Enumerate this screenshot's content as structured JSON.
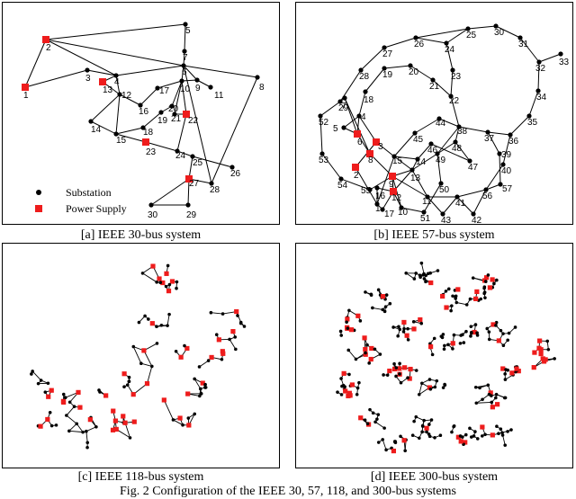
{
  "colors": {
    "edge": "#000000",
    "substation": "#000000",
    "power_supply": "#ee1c1c"
  },
  "legend": {
    "substation": "Substation",
    "power_supply": "Power Supply"
  },
  "captions": {
    "a": "[a] IEEE 30-bus system",
    "b": "[b] IEEE 57-bus system",
    "c": "[c] IEEE 118-bus system",
    "d": "[d] IEEE 300-bus system",
    "figure": "Fig. 2 Configuration of the IEEE 30, 57, 118, and 300-bus systems"
  },
  "systems": {
    "ieee30": {
      "nodes": [
        {
          "id": "1",
          "ps": true
        },
        {
          "id": "2",
          "ps": true
        },
        {
          "id": "3"
        },
        {
          "id": "4"
        },
        {
          "id": "5"
        },
        {
          "id": "6"
        },
        {
          "id": "7"
        },
        {
          "id": "8"
        },
        {
          "id": "9"
        },
        {
          "id": "10"
        },
        {
          "id": "11"
        },
        {
          "id": "12"
        },
        {
          "id": "13",
          "ps": true
        },
        {
          "id": "14"
        },
        {
          "id": "15"
        },
        {
          "id": "16"
        },
        {
          "id": "17"
        },
        {
          "id": "18"
        },
        {
          "id": "19"
        },
        {
          "id": "20"
        },
        {
          "id": "21"
        },
        {
          "id": "22",
          "ps": true
        },
        {
          "id": "23",
          "ps": true
        },
        {
          "id": "24"
        },
        {
          "id": "25"
        },
        {
          "id": "26"
        },
        {
          "id": "27",
          "ps": true
        },
        {
          "id": "28"
        },
        {
          "id": "29"
        },
        {
          "id": "30"
        }
      ],
      "edges": [
        [
          "1",
          "2"
        ],
        [
          "1",
          "3"
        ],
        [
          "2",
          "4"
        ],
        [
          "2",
          "5"
        ],
        [
          "2",
          "6"
        ],
        [
          "3",
          "4"
        ],
        [
          "4",
          "6"
        ],
        [
          "4",
          "12"
        ],
        [
          "5",
          "7"
        ],
        [
          "6",
          "7"
        ],
        [
          "6",
          "8"
        ],
        [
          "6",
          "9"
        ],
        [
          "6",
          "10"
        ],
        [
          "6",
          "28"
        ],
        [
          "8",
          "28"
        ],
        [
          "9",
          "11"
        ],
        [
          "9",
          "10"
        ],
        [
          "4",
          "13"
        ],
        [
          "12",
          "13"
        ],
        [
          "12",
          "14"
        ],
        [
          "12",
          "15"
        ],
        [
          "12",
          "16"
        ],
        [
          "14",
          "15"
        ],
        [
          "16",
          "17"
        ],
        [
          "15",
          "18"
        ],
        [
          "18",
          "19"
        ],
        [
          "19",
          "20"
        ],
        [
          "10",
          "20"
        ],
        [
          "10",
          "17"
        ],
        [
          "10",
          "21"
        ],
        [
          "10",
          "22"
        ],
        [
          "21",
          "22"
        ],
        [
          "15",
          "23"
        ],
        [
          "22",
          "24"
        ],
        [
          "23",
          "24"
        ],
        [
          "24",
          "25"
        ],
        [
          "25",
          "26"
        ],
        [
          "25",
          "27"
        ],
        [
          "28",
          "27"
        ],
        [
          "27",
          "29"
        ],
        [
          "27",
          "30"
        ],
        [
          "29",
          "30"
        ]
      ]
    },
    "ieee57": {
      "nodes": [
        {
          "id": "1"
        },
        {
          "id": "2",
          "ps": true
        },
        {
          "id": "3",
          "ps": true
        },
        {
          "id": "4"
        },
        {
          "id": "5"
        },
        {
          "id": "6",
          "ps": true
        },
        {
          "id": "7"
        },
        {
          "id": "8",
          "ps": true
        },
        {
          "id": "9",
          "ps": true
        },
        {
          "id": "10"
        },
        {
          "id": "11"
        },
        {
          "id": "12",
          "ps": true
        },
        {
          "id": "13"
        },
        {
          "id": "14"
        },
        {
          "id": "15"
        },
        {
          "id": "16"
        },
        {
          "id": "17"
        },
        {
          "id": "18"
        },
        {
          "id": "19"
        },
        {
          "id": "20"
        },
        {
          "id": "21"
        },
        {
          "id": "22"
        },
        {
          "id": "23"
        },
        {
          "id": "24"
        },
        {
          "id": "25"
        },
        {
          "id": "26"
        },
        {
          "id": "27"
        },
        {
          "id": "28"
        },
        {
          "id": "29"
        },
        {
          "id": "30"
        },
        {
          "id": "31"
        },
        {
          "id": "32"
        },
        {
          "id": "33"
        },
        {
          "id": "34"
        },
        {
          "id": "35"
        },
        {
          "id": "36"
        },
        {
          "id": "37"
        },
        {
          "id": "38"
        },
        {
          "id": "39"
        },
        {
          "id": "40"
        },
        {
          "id": "41"
        },
        {
          "id": "42"
        },
        {
          "id": "43"
        },
        {
          "id": "44"
        },
        {
          "id": "45"
        },
        {
          "id": "46"
        },
        {
          "id": "47"
        },
        {
          "id": "48"
        },
        {
          "id": "49"
        },
        {
          "id": "50"
        },
        {
          "id": "51"
        },
        {
          "id": "52"
        },
        {
          "id": "53"
        },
        {
          "id": "54"
        },
        {
          "id": "55"
        },
        {
          "id": "56"
        },
        {
          "id": "57"
        }
      ],
      "edges": [
        [
          "1",
          "2"
        ],
        [
          "2",
          "3"
        ],
        [
          "3",
          "4"
        ],
        [
          "4",
          "5"
        ],
        [
          "4",
          "6"
        ],
        [
          "6",
          "7"
        ],
        [
          "6",
          "8"
        ],
        [
          "8",
          "9"
        ],
        [
          "9",
          "10"
        ],
        [
          "9",
          "11"
        ],
        [
          "9",
          "12"
        ],
        [
          "9",
          "13"
        ],
        [
          "13",
          "14"
        ],
        [
          "13",
          "15"
        ],
        [
          "1",
          "15"
        ],
        [
          "1",
          "16"
        ],
        [
          "1",
          "17"
        ],
        [
          "3",
          "15"
        ],
        [
          "4",
          "18"
        ],
        [
          "5",
          "6"
        ],
        [
          "7",
          "8"
        ],
        [
          "10",
          "12"
        ],
        [
          "11",
          "13"
        ],
        [
          "12",
          "13"
        ],
        [
          "12",
          "16"
        ],
        [
          "12",
          "17"
        ],
        [
          "14",
          "15"
        ],
        [
          "18",
          "19"
        ],
        [
          "19",
          "20"
        ],
        [
          "20",
          "21"
        ],
        [
          "21",
          "22"
        ],
        [
          "22",
          "23"
        ],
        [
          "23",
          "24"
        ],
        [
          "24",
          "25"
        ],
        [
          "25",
          "30"
        ],
        [
          "30",
          "31"
        ],
        [
          "31",
          "32"
        ],
        [
          "32",
          "33"
        ],
        [
          "32",
          "34"
        ],
        [
          "34",
          "35"
        ],
        [
          "35",
          "36"
        ],
        [
          "36",
          "37"
        ],
        [
          "37",
          "38"
        ],
        [
          "37",
          "39"
        ],
        [
          "36",
          "40"
        ],
        [
          "22",
          "38"
        ],
        [
          "11",
          "41"
        ],
        [
          "41",
          "42"
        ],
        [
          "41",
          "43"
        ],
        [
          "38",
          "44"
        ],
        [
          "15",
          "45"
        ],
        [
          "14",
          "46"
        ],
        [
          "46",
          "47"
        ],
        [
          "47",
          "48"
        ],
        [
          "48",
          "49"
        ],
        [
          "49",
          "50"
        ],
        [
          "50",
          "51"
        ],
        [
          "10",
          "51"
        ],
        [
          "13",
          "49"
        ],
        [
          "29",
          "52"
        ],
        [
          "52",
          "53"
        ],
        [
          "53",
          "54"
        ],
        [
          "54",
          "55"
        ],
        [
          "11",
          "43"
        ],
        [
          "44",
          "45"
        ],
        [
          "40",
          "56"
        ],
        [
          "56",
          "41"
        ],
        [
          "56",
          "42"
        ],
        [
          "39",
          "57"
        ],
        [
          "57",
          "56"
        ],
        [
          "38",
          "49"
        ],
        [
          "38",
          "48"
        ],
        [
          "9",
          "55"
        ],
        [
          "24",
          "26"
        ],
        [
          "26",
          "27"
        ],
        [
          "27",
          "28"
        ],
        [
          "28",
          "29"
        ],
        [
          "7",
          "29"
        ],
        [
          "25",
          "26"
        ]
      ]
    },
    "ieee118": {
      "node_count": 118
    },
    "ieee300": {
      "node_count": 300
    }
  }
}
